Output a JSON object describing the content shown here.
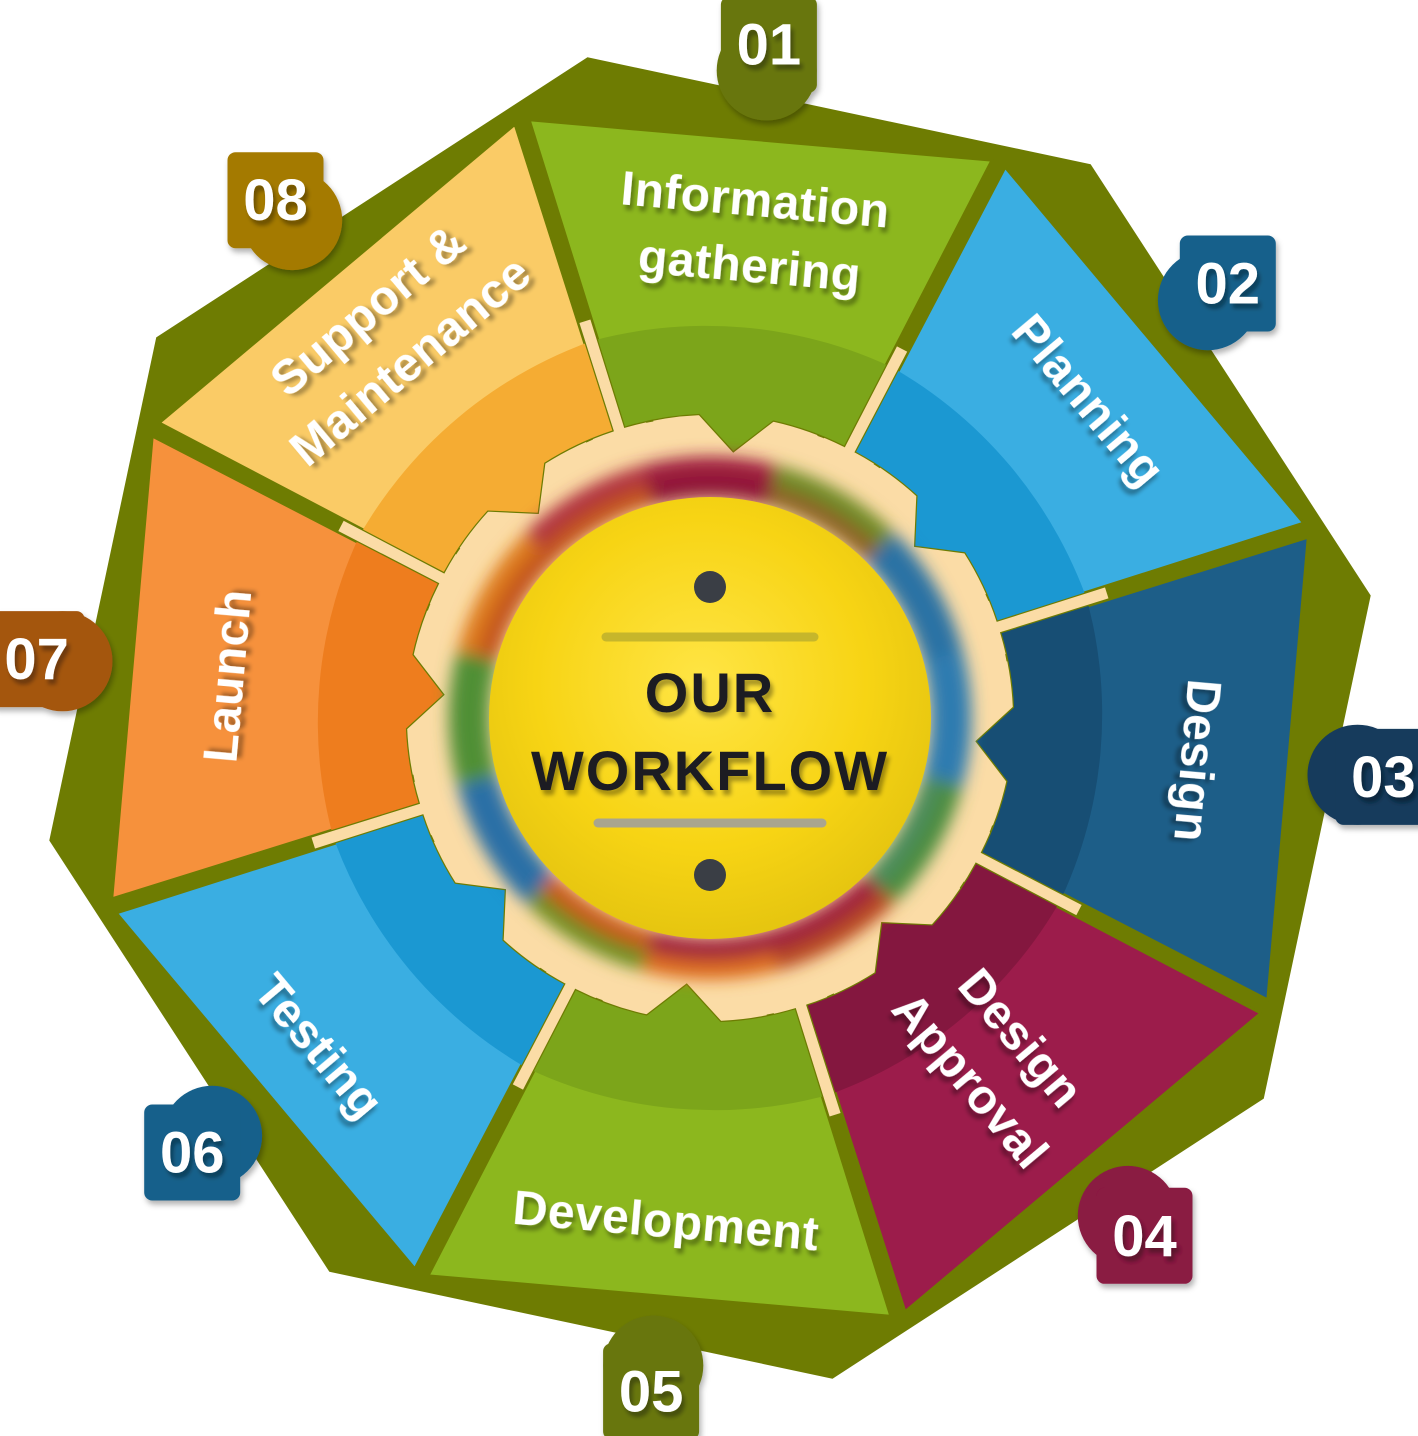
{
  "title": {
    "line1": "OUR",
    "line2": "WORKFLOW"
  },
  "center": {
    "circle_inner_color": "#FFE545",
    "circle_mid_color": "#F7D414",
    "circle_edge_color": "#DDBE0E",
    "divider_top_color": "#C6B62B",
    "divider_bottom_color": "#A9A58E",
    "dot_color": "#3A3E45",
    "text_color": "#1F1F23"
  },
  "base": {
    "octagon_color": "#6E7C02",
    "gear_ring_color": "#FBDCA6",
    "background_color": "#FFFFFF"
  },
  "rainbow_ring": {
    "outer_colors": [
      "#9E1B3E",
      "#6E8A28",
      "#2A72A4",
      "#2E7CB0",
      "#4C8C3C",
      "#B84A20",
      "#DB6A1E",
      "#6E8E20",
      "#2A6FA6",
      "#4F8F35",
      "#DD7A1E",
      "#B03040"
    ],
    "inner_colors": [
      "#8E1838",
      "#8E6428",
      "#2A72A4",
      "#2E7CB0",
      "#4C8C5C",
      "#9E1B3E",
      "#9E1B3E",
      "#C85A1E",
      "#2A6FA6",
      "#4F8F35",
      "#C2521F",
      "#C2521F"
    ]
  },
  "segments": [
    {
      "number": "01",
      "label": "Information gathering",
      "lines": [
        "Information",
        "gathering"
      ],
      "color": "#8CB71E",
      "inner_color": "#7CA51A",
      "badge_color": "#68760A"
    },
    {
      "number": "02",
      "label": "Planning",
      "lines": [
        "Planning"
      ],
      "color": "#3AAEE2",
      "inner_color": "#1B98D2",
      "badge_color": "#15618B"
    },
    {
      "number": "03",
      "label": "Design",
      "lines": [
        "Design"
      ],
      "color": "#1D5E88",
      "inner_color": "#174E74",
      "badge_color": "#133A5B"
    },
    {
      "number": "04",
      "label": "Design Approval",
      "lines": [
        "Design",
        "Approval"
      ],
      "color": "#9C1C4B",
      "inner_color": "#84173F",
      "badge_color": "#8A1A42"
    },
    {
      "number": "05",
      "label": "Development",
      "lines": [
        "Development"
      ],
      "color": "#8CB71E",
      "inner_color": "#7CA51A",
      "badge_color": "#68760A"
    },
    {
      "number": "06",
      "label": "Testing",
      "lines": [
        "Testing"
      ],
      "color": "#3AAEE2",
      "inner_color": "#1B98D2",
      "badge_color": "#15618B"
    },
    {
      "number": "07",
      "label": "Launch",
      "lines": [
        "Launch"
      ],
      "color": "#F6913C",
      "inner_color": "#EE7D1E",
      "badge_color": "#A4560F"
    },
    {
      "number": "08",
      "label": "Support & Maintenance",
      "lines": [
        "Support &",
        "Maintenance"
      ],
      "color": "#FACB66",
      "inner_color": "#F5AC33",
      "badge_color": "#A47A06"
    }
  ]
}
